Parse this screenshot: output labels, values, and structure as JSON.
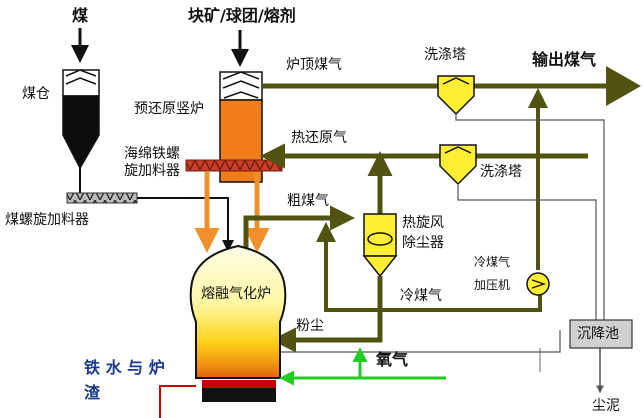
{
  "labels": {
    "coal": "煤",
    "coal_bunker": "煤仓",
    "coal_screw_feeder": "煤螺旋加料器",
    "feed_materials": "块矿/球团/熔剂",
    "prereduction_shaft": "预还原竖炉",
    "sponge_iron_feeder_line1": "海绵铁螺",
    "sponge_iron_feeder_line2": "旋加料器",
    "top_gas": "炉顶煤气",
    "scrubber_top": "洗涤塔",
    "output_gas": "输出煤气",
    "hot_reducing_gas": "热还原气",
    "scrubber_mid": "洗涤塔",
    "raw_gas": "粗煤气",
    "cyclone_line1": "热旋风",
    "cyclone_line2": "除尘器",
    "cold_gas_compressor_line1": "冷煤气",
    "cold_gas_compressor_line2": "加压机",
    "cold_gas": "冷煤气",
    "melter_gasifier": "熔融气化炉",
    "dust": "粉尘",
    "oxygen": "氧气",
    "hot_metal_slag_line1": "铁 水 与 炉",
    "hot_metal_slag_line2": "渣",
    "settling_pond": "沉降池",
    "sludge": "尘泥"
  },
  "colors": {
    "gas_line": "#535311",
    "furnace_orange": "#f07c1c",
    "screw_red": "#c8402a",
    "scrubber_yellow": "#ffee33",
    "oxygen_green": "#22cc22",
    "orange_arrow": "#f0902c",
    "gray_line": "#666666"
  }
}
